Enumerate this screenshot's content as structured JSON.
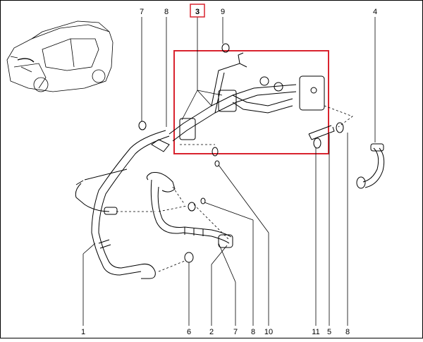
{
  "diagram": {
    "highlighted_part": "3",
    "callouts_top": [
      "7",
      "8",
      "3",
      "9",
      "4"
    ],
    "callouts_bottom": [
      "1",
      "6",
      "2",
      "7",
      "8",
      "10",
      "11",
      "5",
      "8"
    ],
    "colors": {
      "line": "#000000",
      "highlight": "#d9232e",
      "background": "#ffffff"
    }
  }
}
